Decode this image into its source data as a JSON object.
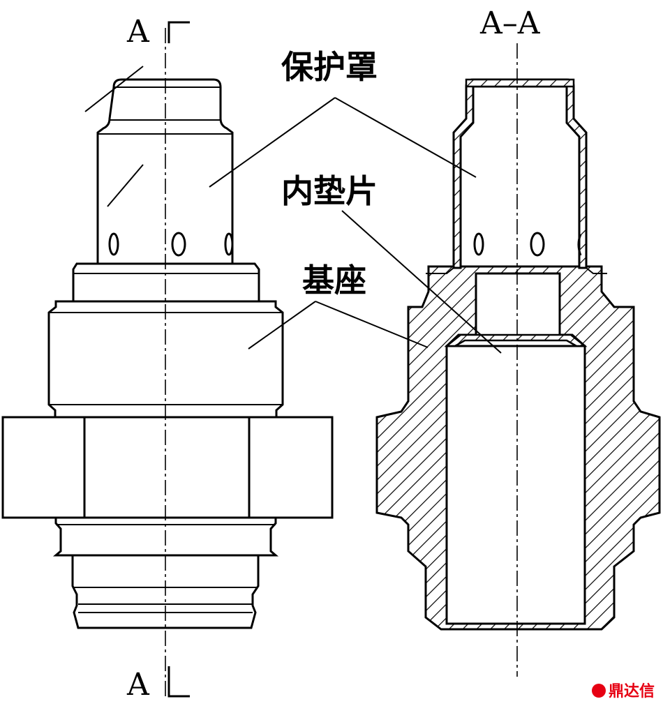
{
  "section_labels": {
    "top_left": "A",
    "bottom_left": "A",
    "section_title": "A–A"
  },
  "callouts": {
    "cover": "保护罩",
    "gasket": "内垫片",
    "base": "基座"
  },
  "watermark": {
    "text": "鼎达信",
    "color": "#e60012"
  }
}
